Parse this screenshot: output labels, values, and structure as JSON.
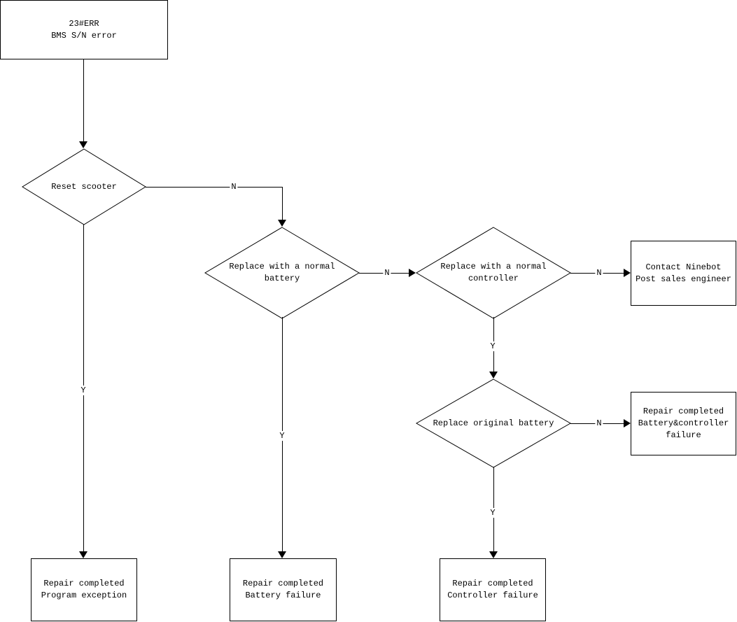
{
  "diagram": {
    "nodes": {
      "start": "23#ERR\nBMS S/N error",
      "reset_scooter": "Reset scooter",
      "replace_normal_battery": "Replace with a normal\nbattery",
      "replace_normal_controller": "Replace with a normal\ncontroller",
      "replace_original_battery": "Replace original battery",
      "contact_ninebot": "Contact Ninebot\nPost sales engineer",
      "battery_controller_failure": "Repair completed\nBattery&controller\nfailure",
      "program_exception": "Repair completed\nProgram exception",
      "battery_failure": "Repair completed\nBattery failure",
      "controller_failure": "Repair completed\nController failure"
    },
    "edge_labels": {
      "yes": "Y",
      "no": "N"
    },
    "colors": {
      "background": "#ffffff",
      "line": "#000000",
      "text": "#000000"
    }
  }
}
